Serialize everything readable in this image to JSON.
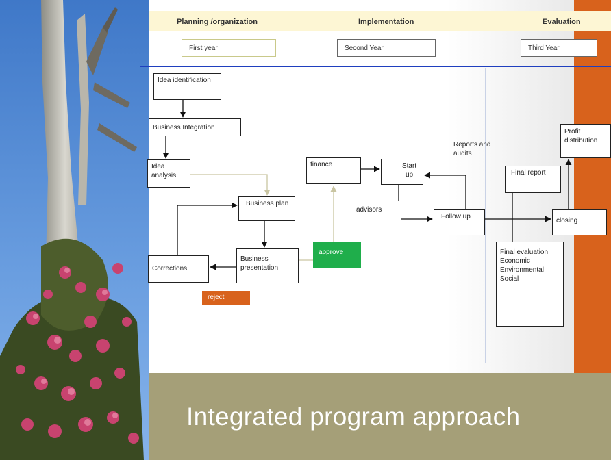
{
  "phases": {
    "planning": "Planning /organization",
    "implementation": "Implementation",
    "evaluation": "Evaluation"
  },
  "years": {
    "first": "First year",
    "second": "Second Year",
    "third": "Third Year"
  },
  "nodes": {
    "idea_identification": "Idea identification",
    "business_integration": "Business Integration",
    "idea_analysis": "Idea analysis",
    "business_plan": "Business plan",
    "business_presentation": "Business presentation",
    "corrections": "Corrections",
    "reject": "reject",
    "approve": "approve",
    "finance": "finance",
    "start_up": "Start up",
    "advisors": "advisors",
    "follow_up": "Follow up",
    "reports_audits": "Reports and audits",
    "final_report": "Final report",
    "final_evaluation": "Final evaluation Economic Environmental Social",
    "closing": "closing",
    "profit_distribution": "Profit distribution"
  },
  "footer": {
    "title": "Integrated program approach"
  },
  "colors": {
    "approve": "#1fae4b",
    "reject": "#d8621c",
    "evaluation_bar": "#d8621c",
    "footer": "#a59f78",
    "header_band": "#fdf6d4",
    "divider": "#1f3fbf"
  }
}
